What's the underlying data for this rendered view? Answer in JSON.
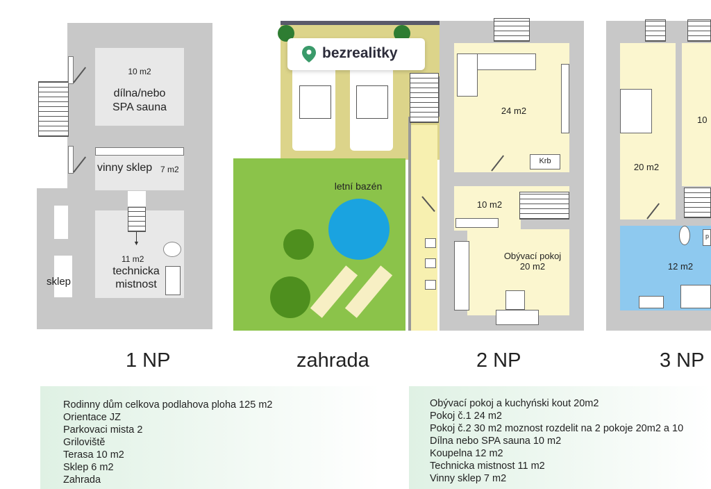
{
  "brand": {
    "logo_text": "bezrealitky"
  },
  "floor_labels": {
    "np1": "1 NP",
    "garden": "zahrada",
    "np2": "2 NP",
    "np3": "3 NP"
  },
  "np1": {
    "dilna_area": "10 m2",
    "dilna_name_line1": "dílna/nebo",
    "dilna_name_line2": "SPA sauna",
    "vinny_sklep": "vinny sklep",
    "vinny_sklep_area": "7 m2",
    "tech_area": "11 m2",
    "tech_name_line1": "technicka",
    "tech_name_line2": "mistnost",
    "sklep": "sklep"
  },
  "garden": {
    "pool_label": "letní bazén"
  },
  "np2": {
    "room1_area": "24 m2",
    "fireplace": "Krb",
    "hall_area": "10 m2",
    "living_name": "Obývací pokoj",
    "living_area": "20 m2"
  },
  "np3": {
    "room_left_area": "20 m2",
    "room_right_area": "10",
    "bath_area": "12 m2",
    "bath_tag": "p"
  },
  "info_left": [
    "Rodinny dům celkova podlahova ploha  125 m2",
    "Orientace JZ",
    "Parkovaci mista 2",
    "Griloviště",
    "Terasa 10 m2",
    "Sklep 6 m2",
    "Zahrada"
  ],
  "info_right": [
    "Obývací pokoj a kuchyński kout 20m2",
    "Pokoj č.1  24 m2",
    "Pokoj č.2  30 m2 moznost rozdelit na 2 pokoje 20m2  a 10",
    "Dílna  nebo SPA sauna 10 m2",
    "Koupelna 12 m2",
    "Technicka mistnost 11 m2",
    "Vinny sklep 7 m2"
  ],
  "colors": {
    "wall": "#c8c8c8",
    "room": "#e8e8e8",
    "cream": "#fbf6cf",
    "lawn": "#8bc34a",
    "pool": "#1aa3e0",
    "bath": "#8ec9ef",
    "brand": "#3a9a6a"
  }
}
